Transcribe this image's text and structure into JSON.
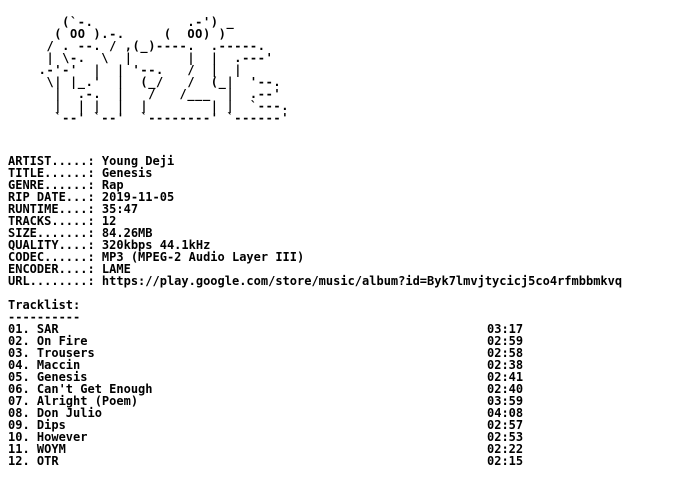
{
  "logo_art": [
    "     (`-.            .-') _",
    "    ( OO ).-.     (  OO) )",
    "   / . --. / ,(_)----.  .-----.",
    "   | \\-.  \\  |       |  |  .---'",
    "  .-'-'  |  | '--.   /  |  |   ",
    "   \\| |_.'  |  (_/   /  (_|  '--.",
    "    |  .-.  |   /   /___  |  .--'",
    "    |  | |  |  |        | |  `---.",
    "    `--' `--'  `--------' `------'"
  ],
  "info": [
    {
      "label": "ARTIST.....:",
      "value": "Young Deji"
    },
    {
      "label": "TITLE......:",
      "value": "Genesis"
    },
    {
      "label": "GENRE......:",
      "value": "Rap"
    },
    {
      "label": "RIP DATE...:",
      "value": "2019-11-05"
    },
    {
      "label": "RUNTIME....:",
      "value": "35:47"
    },
    {
      "label": "TRACKS.....:",
      "value": "12"
    },
    {
      "label": "SIZE.......:",
      "value": "84.26MB"
    },
    {
      "label": "QUALITY....:",
      "value": "320kbps 44.1kHz"
    },
    {
      "label": "CODEC......:",
      "value": "MP3 (MPEG-2 Audio Layer III)"
    },
    {
      "label": "ENCODER....:",
      "value": "LAME"
    },
    {
      "label": "URL........:",
      "value": "https://play.google.com/store/music/album?id=Byk7lmvjtycicj5co4rfmbbmkvq"
    }
  ],
  "tracklist": {
    "heading": "Tracklist:",
    "rule": "----------",
    "tracks": [
      {
        "title": "01. SAR",
        "duration": "03:17"
      },
      {
        "title": "02. On Fire",
        "duration": "02:59"
      },
      {
        "title": "03. Trousers",
        "duration": "02:58"
      },
      {
        "title": "04. Maccin",
        "duration": "02:38"
      },
      {
        "title": "05. Genesis",
        "duration": "02:41"
      },
      {
        "title": "06. Can't Get Enough",
        "duration": "02:40"
      },
      {
        "title": "07. Alright (Poem)",
        "duration": "03:59"
      },
      {
        "title": "08. Don Julio",
        "duration": "04:08"
      },
      {
        "title": "09. Dips",
        "duration": "02:57"
      },
      {
        "title": "10. However",
        "duration": "02:53"
      },
      {
        "title": "11. WOYM",
        "duration": "02:22"
      },
      {
        "title": "12. OTR",
        "duration": "02:15"
      }
    ]
  }
}
